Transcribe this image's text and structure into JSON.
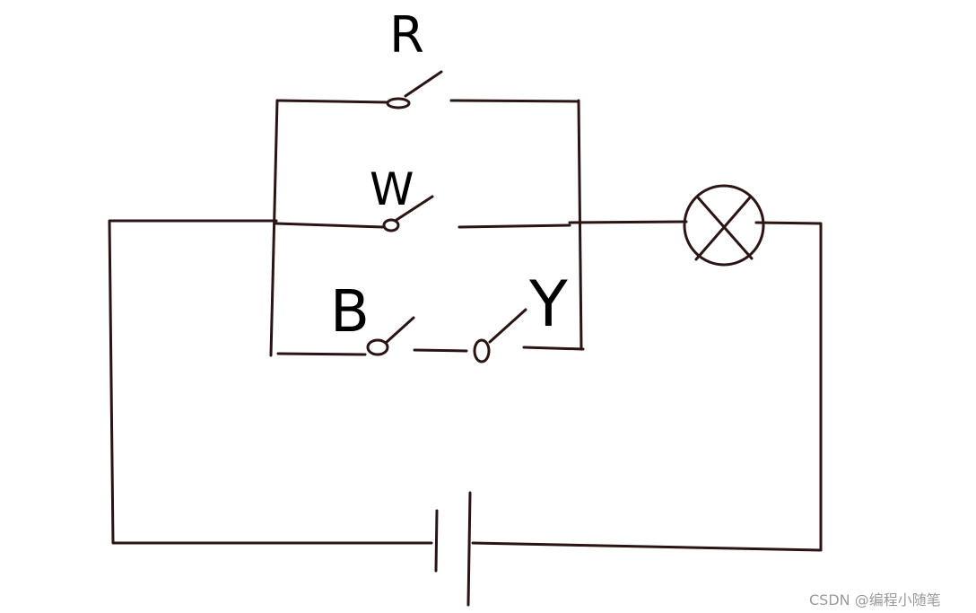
{
  "diagram": {
    "switches": {
      "r_label": "R",
      "w_label": "W",
      "b_label": "B",
      "y_label": "Y"
    },
    "components": {
      "lamp": "lamp-symbol",
      "battery": "battery-symbol"
    },
    "colors": {
      "wire": "#2a1414",
      "label": "#000000",
      "watermark": "#9a9a9a"
    }
  },
  "watermark": {
    "text": "CSDN @编程小随笔"
  }
}
